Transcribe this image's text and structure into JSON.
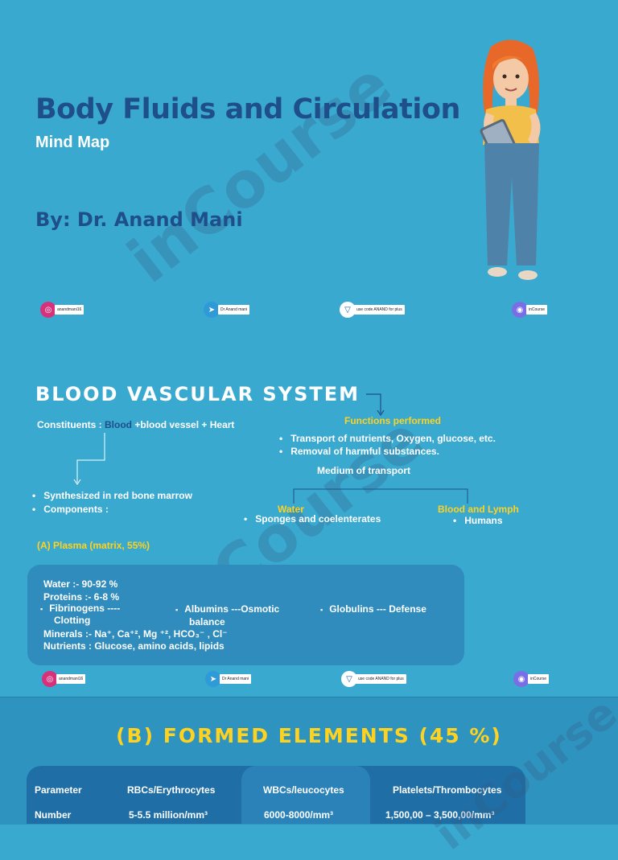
{
  "cover": {
    "title": "Body Fluids and Circulation",
    "subtitle": "Mind Map",
    "author": "By: Dr. Anand Mani",
    "watermark": "inCourse"
  },
  "social": {
    "instagram": "anandmani16",
    "telegram": "Dr Anand mani",
    "unacademy": "use code ANAND for plus",
    "discord": "inCourse",
    "colors": {
      "instagram": "#d6317a",
      "telegram": "#2f9ad8",
      "unacademy": "#1d5fa8",
      "discord": "#7a6ee6"
    }
  },
  "bvs": {
    "title": "BLOOD VASCULAR SYSTEM",
    "constituents_label": "Constituents :",
    "constituents_blood": "Blood",
    "constituents_rest": "+blood vessel + Heart",
    "functions_title": "Functions performed",
    "functions": [
      "Transport of nutrients, Oxygen, glucose, etc.",
      "Removal of harmful substances."
    ],
    "medium_title": "Medium of transport",
    "water_label": "Water",
    "water_item": "Sponges and coelenterates",
    "blood_lymph_label": "Blood and Lymph",
    "blood_lymph_item": "Humans",
    "blood_items": [
      "Synthesized in red bone marrow",
      "Components :"
    ],
    "plasma_title": "(A) Plasma (matrix, 55%)",
    "plasma": {
      "water": "Water :- 90-92 %",
      "proteins": "Proteins :- 6-8 %",
      "fibrinogens_1": "Fibrinogens ----",
      "fibrinogens_2": "Clotting",
      "albumins_1": "Albumins  ---Osmotic",
      "albumins_2": "balance",
      "globulins": "Globulins --- Defense",
      "minerals": "Minerals :- Na⁺, Ca⁺², Mg ⁺²‚ HCO₃⁻ ‚ Cl⁻",
      "nutrients": "Nutrients : Glucose, amino acids, lipids"
    }
  },
  "formed": {
    "title": "(B) FORMED ELEMENTS (45 %)",
    "headers": [
      "Parameter",
      "RBCs/Erythrocytes",
      "WBCs/leucocytes",
      "Platelets/Thrombocytes"
    ],
    "rows": [
      [
        "Number",
        "5-5.5 million/mm³",
        "6000-8000/mm³",
        "1,500,00 – 3,500,00/mm³"
      ]
    ]
  }
}
